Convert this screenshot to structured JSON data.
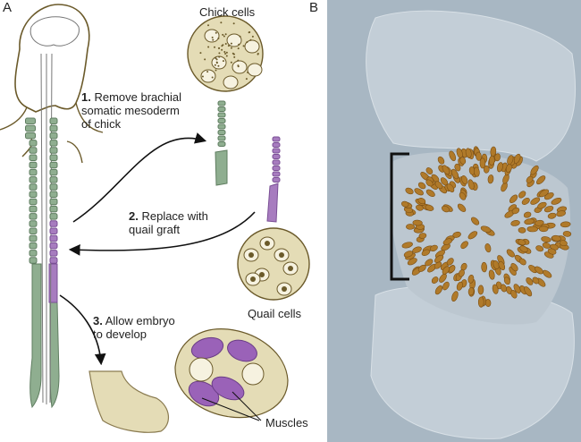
{
  "panels": {
    "a": "A",
    "b": "B"
  },
  "labels": {
    "chick_cells": "Chick cells",
    "quail_cells": "Quail cells",
    "muscles": "Muscles"
  },
  "steps": [
    {
      "num": "1.",
      "text_line1": "Remove brachial",
      "text_line2": "somatic mesoderm",
      "text_line3": "of chick"
    },
    {
      "num": "2.",
      "text_line1": "Replace with",
      "text_line2": "quail graft"
    },
    {
      "num": "3.",
      "text_line1": "Allow embryo",
      "text_line2": "to develop"
    }
  ],
  "colors": {
    "chick_green": "#8fae90",
    "quail_purple": "#a77cbf",
    "outline": "#6b5a2a",
    "cell_bg": "#e4dcb6",
    "photo_bg": "#a8b7c3",
    "quail_stain": "#b07a2a"
  }
}
